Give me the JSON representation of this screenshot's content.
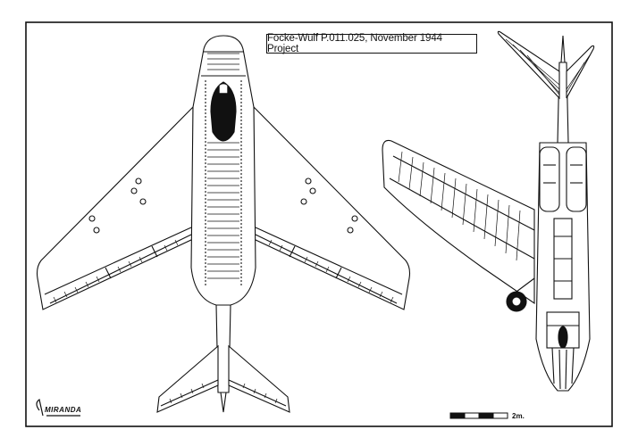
{
  "title": "Focke-Wulf P.011.025, November 1944 Project",
  "scale": {
    "label": "2m.",
    "segments": 4
  },
  "signature": "MIRANDA",
  "colors": {
    "ink": "#111111",
    "paper": "#ffffff"
  },
  "views": [
    "top-view",
    "bottom-view"
  ]
}
